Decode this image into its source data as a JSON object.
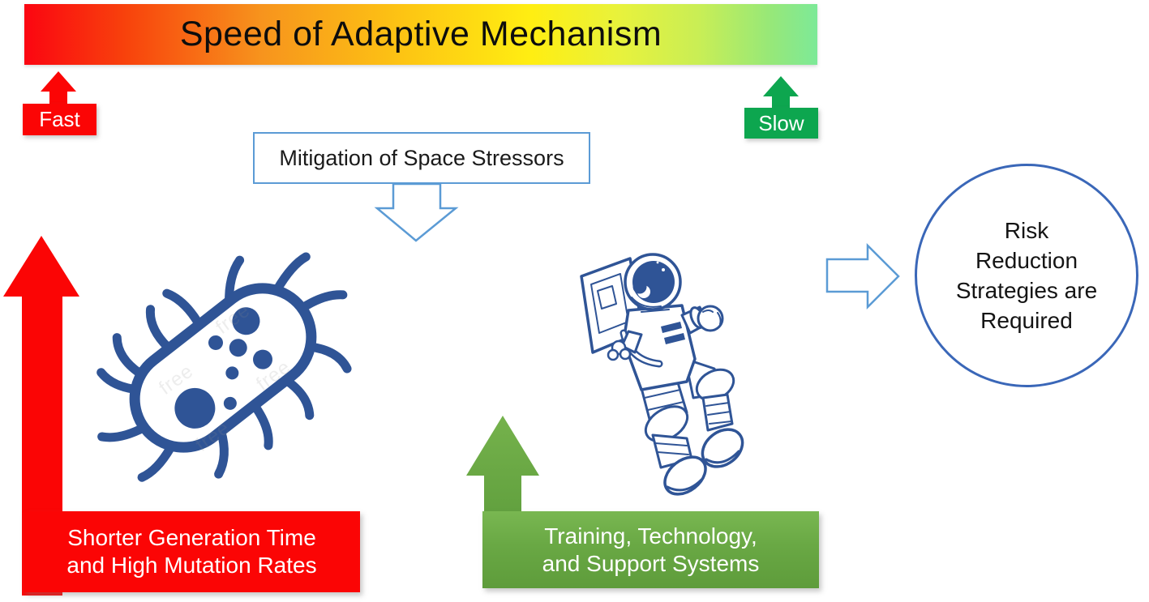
{
  "speed_scale": {
    "title": "Speed of Adaptive Mechanism",
    "fast_label": "Fast",
    "slow_label": "Slow",
    "gradient_left_color": "#fb0511",
    "gradient_mid_color": "#ffee12",
    "gradient_right_color": "#7de998"
  },
  "mitigation_box": {
    "label": "Mitigation of Space Stressors"
  },
  "microbe_side": {
    "icon": "bacteria-icon",
    "arrow_color": "#fb0505",
    "caption_line1": "Shorter Generation Time",
    "caption_line2": "and High Mutation Rates"
  },
  "human_side": {
    "icon": "astronaut-icon",
    "arrow_color": "#6cab47",
    "caption_line1": "Training, Technology,",
    "caption_line2": "and Support Systems"
  },
  "outcome_circle": {
    "line1": "Risk",
    "line2": "Reduction",
    "line3": "Strategies are",
    "line4": "Required"
  },
  "watermark_text": "free",
  "colors": {
    "red": "#fb0505",
    "slow_green": "#0da64f",
    "support_green": "#6cab47",
    "illustration_blue": "#2f5496",
    "outline_blue": "#5b9bd5",
    "circle_border_blue": "#3a67b8"
  }
}
